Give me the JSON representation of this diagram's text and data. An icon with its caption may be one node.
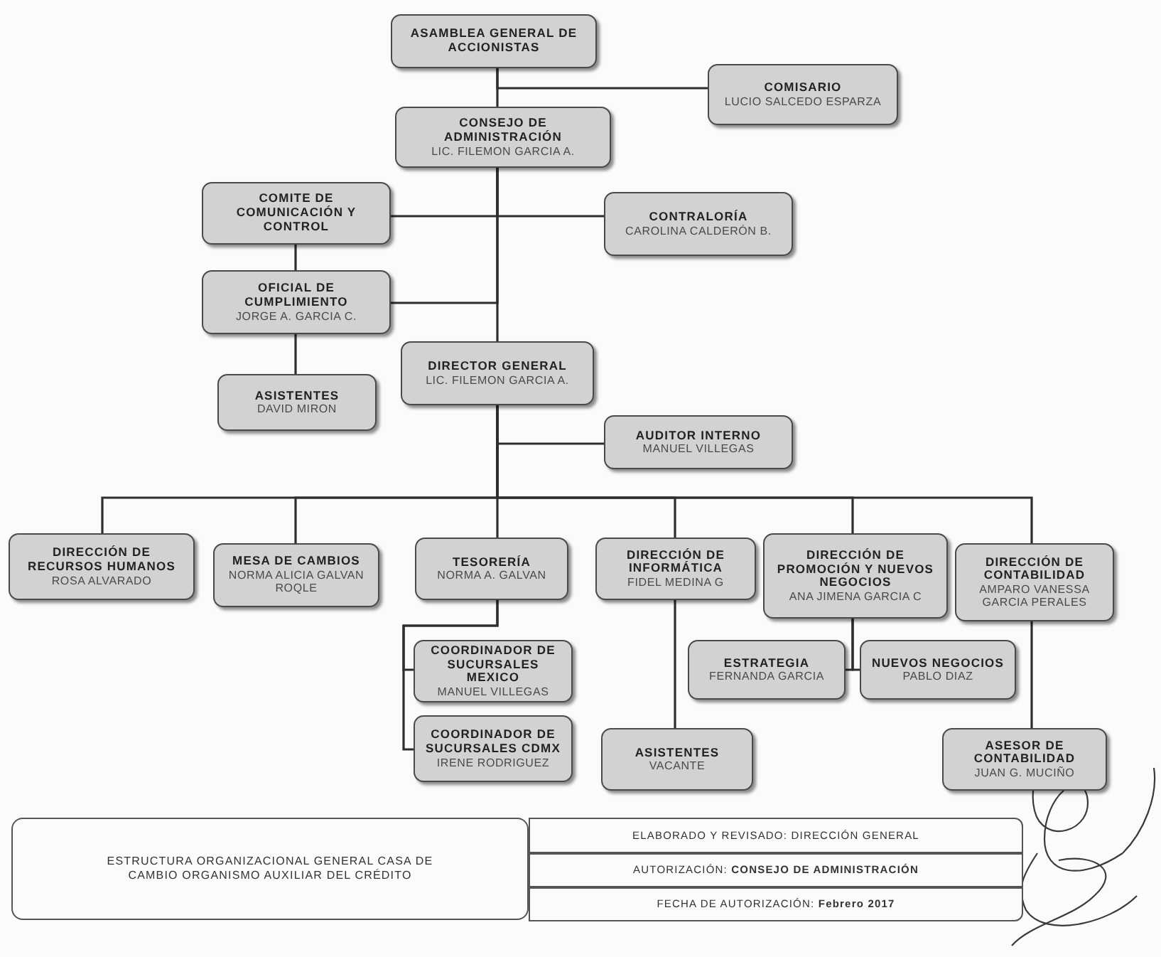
{
  "diagram": {
    "nodes": [
      {
        "text": [
          "ASAMBLEA GENERAL DE ACCIONISTAS"
        ]
      },
      {
        "text": [
          "COMISARIO",
          "LUCIO SALCEDO ESPARZA"
        ]
      },
      {
        "text": [
          "CONSEJO DE ADMINISTRACIÓN",
          "LIC. FILEMON GARCIA A."
        ]
      },
      {
        "text": [
          "COMITE DE COMUNICACIÓN Y CONTROL"
        ]
      },
      {
        "text": [
          "CONTRALORÍA",
          "CAROLINA CALDERÓN B."
        ]
      },
      {
        "text": [
          "OFICIAL DE CUMPLIMIENTO",
          "JORGE A. GARCIA C."
        ]
      },
      {
        "text": [
          "DIRECTOR GENERAL",
          "LIC. FILEMON GARCIA A."
        ]
      },
      {
        "text": [
          "ASISTENTES",
          "DAVID MIRON"
        ]
      },
      {
        "text": [
          "AUDITOR INTERNO",
          "MANUEL VILLEGAS"
        ]
      },
      {
        "text": [
          "DIRECCIÓN DE RECURSOS HUMANOS",
          "ROSA ALVARADO"
        ]
      },
      {
        "text": [
          "MESA DE CAMBIOS",
          "NORMA ALICIA GALVAN ROQLE"
        ]
      },
      {
        "text": [
          "TESORERÍA",
          "NORMA A. GALVAN"
        ]
      },
      {
        "text": [
          "DIRECCIÓN DE INFORMÁTICA",
          "FIDEL MEDINA G"
        ]
      },
      {
        "text": [
          "DIRECCIÓN DE PROMOCIÓN Y NUEVOS NEGOCIOS",
          "ANA JIMENA GARCIA C"
        ]
      },
      {
        "text": [
          "DIRECCIÓN DE CONTABILIDAD",
          "AMPARO VANESSA GARCIA PERALES"
        ]
      },
      {
        "text": [
          "COORDINADOR DE SUCURSALES MEXICO",
          "MANUEL VILLEGAS"
        ]
      },
      {
        "text": [
          "ESTRATEGIA",
          "FERNANDA GARCIA"
        ]
      },
      {
        "text": [
          "NUEVOS NEGOCIOS",
          "PABLO DIAZ"
        ]
      },
      {
        "text": [
          "COORDINADOR DE SUCURSALES CDMX",
          "IRENE RODRIGUEZ"
        ]
      },
      {
        "text": [
          "ASISTENTES",
          "VACANTE"
        ]
      },
      {
        "text": [
          "ASESOR DE CONTABILIDAD",
          "JUAN G. MUCIÑO"
        ]
      },
      {
        "text": [
          "ESTRUCTURA ORGANIZACIONAL GENERAL CASA DE CAMBIO ORGANISMO AUXILIAR DEL CRÉDITO"
        ]
      },
      {
        "text": [
          "ELABORADO Y REVISADO: DIRECCIÓN GENERAL"
        ]
      },
      {
        "text": [
          "AUTORIZACIÓN: **CONSEJO DE ADMINISTRACIÓN**"
        ]
      },
      {
        "text": [
          "FECHA DE AUTORIZACIÓN: **Febrero 2017**"
        ]
      }
    ],
    "edges": [
      {
        "from": 0,
        "to": 2,
        "arrow": "none"
      },
      {
        "from": 0,
        "to": 1,
        "arrow": "none"
      },
      {
        "from": 2,
        "to": 3,
        "arrow": "none"
      },
      {
        "from": 2,
        "to": 4,
        "arrow": "none"
      },
      {
        "from": 3,
        "to": 5,
        "arrow": "none"
      },
      {
        "from": 2,
        "to": 5,
        "arrow": "none"
      },
      {
        "from": 2,
        "to": 6,
        "arrow": "none"
      },
      {
        "from": 5,
        "to": 7,
        "arrow": "none"
      },
      {
        "from": 6,
        "to": 8,
        "arrow": "none"
      },
      {
        "from": 6,
        "to": 9,
        "arrow": "none"
      },
      {
        "from": 6,
        "to": 10,
        "arrow": "none"
      },
      {
        "from": 6,
        "to": 11,
        "arrow": "none"
      },
      {
        "from": 6,
        "to": 12,
        "arrow": "none"
      },
      {
        "from": 6,
        "to": 13,
        "arrow": "none"
      },
      {
        "from": 6,
        "to": 14,
        "arrow": "none"
      },
      {
        "from": 11,
        "to": 15,
        "arrow": "none"
      },
      {
        "from": 11,
        "to": 18,
        "arrow": "none"
      },
      {
        "from": 12,
        "to": 19,
        "arrow": "none"
      },
      {
        "from": 13,
        "to": 16,
        "arrow": "none"
      },
      {
        "from": 13,
        "to": 17,
        "arrow": "none"
      },
      {
        "from": 14,
        "to": 20,
        "arrow": "none"
      }
    ]
  }
}
